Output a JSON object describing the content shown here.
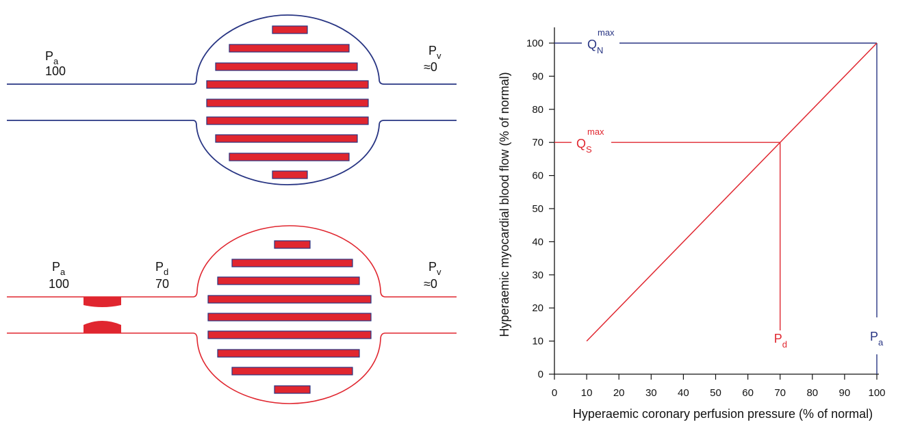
{
  "colors": {
    "normal": "#283583",
    "stenosis": "#e0262f",
    "bar_fill": "#e0262f",
    "bar_stroke": "#283583",
    "axis": "#111111"
  },
  "top_diagram": {
    "pa_label": "P",
    "pa_sub": "a",
    "pa_value": "100",
    "pv_label": "P",
    "pv_sub": "v",
    "pv_value": "≈0"
  },
  "bottom_diagram": {
    "pa_label": "P",
    "pa_sub": "a",
    "pa_value": "100",
    "pd_label": "P",
    "pd_sub": "d",
    "pd_value": "70",
    "pv_label": "P",
    "pv_sub": "v",
    "pv_value": "≈0"
  },
  "chart_data": {
    "type": "line",
    "xlabel": "Hyperaemic coronary perfusion pressure (% of normal)",
    "ylabel": "Hyperaemic myocardial blood flow (% of normal)",
    "xlim": [
      0,
      100
    ],
    "ylim": [
      0,
      100
    ],
    "x_ticks": [
      "0",
      "10",
      "20",
      "30",
      "40",
      "50",
      "60",
      "70",
      "80",
      "90",
      "100"
    ],
    "y_ticks": [
      "0",
      "10",
      "20",
      "30",
      "40",
      "50",
      "60",
      "70",
      "80",
      "90",
      "100"
    ],
    "grid": false,
    "series": [
      {
        "x": [
          10,
          100
        ],
        "y": [
          10,
          100
        ]
      }
    ],
    "annotations": {
      "qn": {
        "label": "Q",
        "sub": "N",
        "sup": "max",
        "y": 100
      },
      "qs": {
        "label": "Q",
        "sub": "S",
        "sup": "max",
        "y": 70
      },
      "pd": {
        "label": "P",
        "sub": "d",
        "x": 70
      },
      "pa": {
        "label": "P",
        "sub": "a",
        "x": 100
      }
    }
  }
}
